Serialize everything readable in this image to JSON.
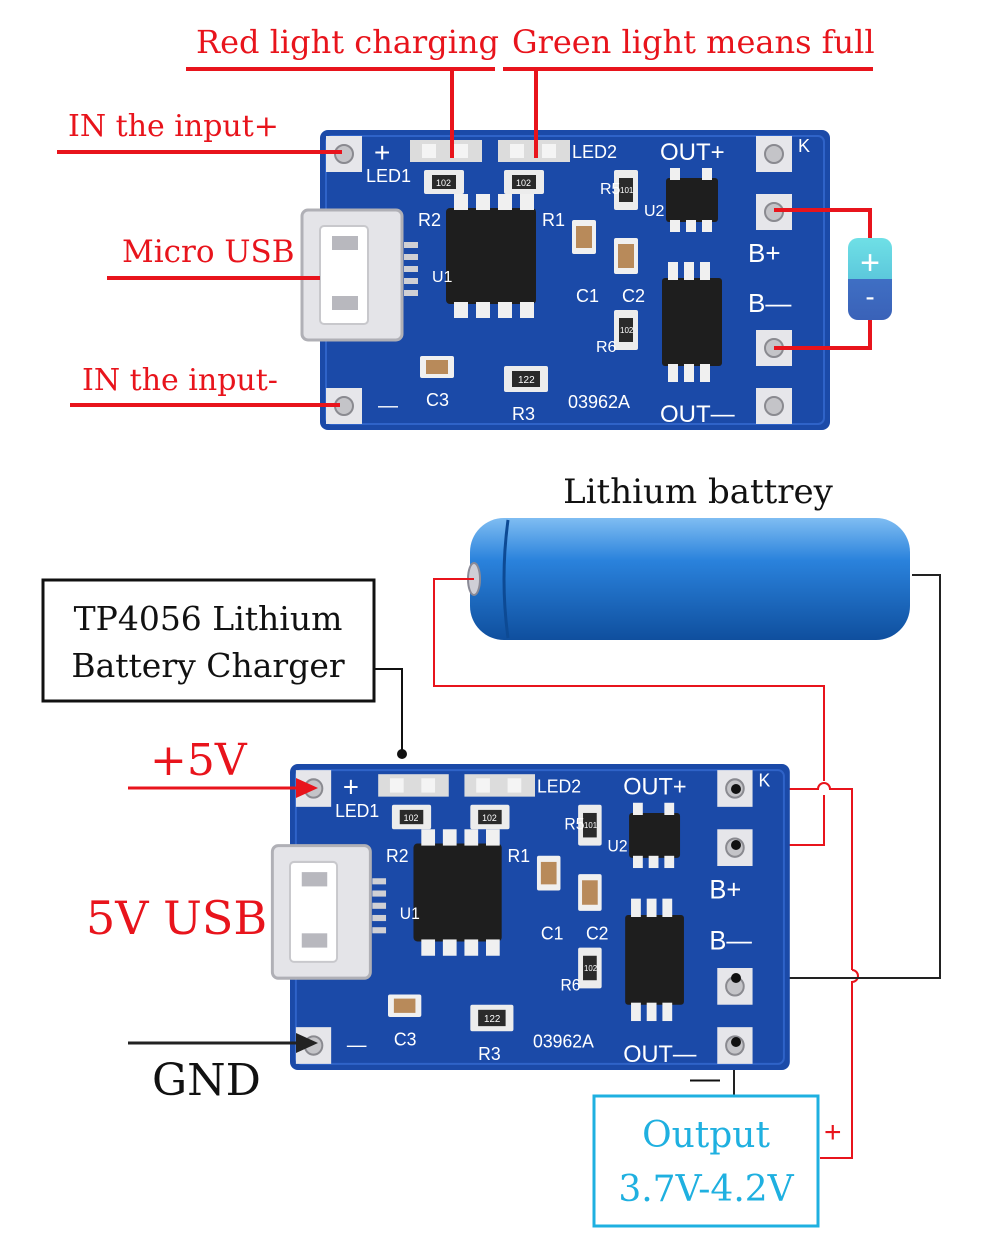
{
  "top": {
    "labels": {
      "red_light": "Red light charging",
      "green_light": "Green light means full",
      "in_plus": "IN the input+",
      "micro_usb": "Micro USB",
      "in_minus": "IN the input-"
    },
    "battery_symbol": {
      "plus": "+",
      "minus": "-"
    }
  },
  "board": {
    "plus": "+",
    "minus": "—",
    "led1": "LED1",
    "led2": "LED2",
    "r1": "R1",
    "r2": "R2",
    "r3": "R3",
    "r5": "R5",
    "r6": "R6",
    "c1": "C1",
    "c2": "C2",
    "c3": "C3",
    "u1": "U1",
    "u2": "U2",
    "out_plus": "OUT+",
    "out_minus": "OUT—",
    "b_plus": "B+",
    "b_minus": "B—",
    "k": "K",
    "code": "03962A",
    "smd_102": "102",
    "smd_101": "101",
    "smd_122": "122"
  },
  "bottom": {
    "battery_label": "Lithium battrey",
    "charger_box": {
      "line1": "TP4056 Lithium",
      "line2": "Battery Charger"
    },
    "plus5v": "+5V",
    "usb5v": "5V USB",
    "gnd": "GND",
    "output": {
      "line1": "Output",
      "line2": "3.7V-4.2V"
    },
    "out_minus_sign": "—",
    "out_plus_sign": "+"
  },
  "colors": {
    "red": "#e8141c",
    "pcb": "#1b4aa8",
    "cyan": "#1fb0e0",
    "battery": "#1e74d0"
  }
}
